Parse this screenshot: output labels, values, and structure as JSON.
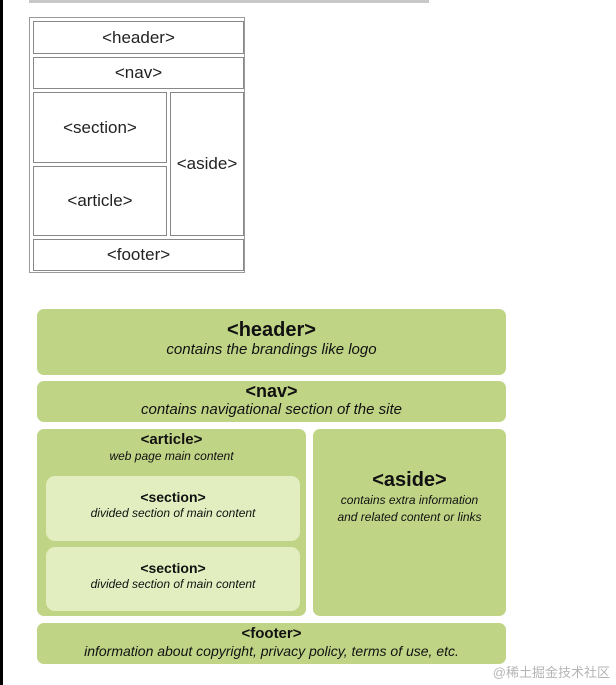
{
  "wireframe": {
    "header": "<header>",
    "nav": "<nav>",
    "section": "<section>",
    "article": "<article>",
    "aside": "<aside>",
    "footer": "<footer>"
  },
  "semantic": {
    "header": {
      "tag": "<header>",
      "desc": "contains the brandings like logo"
    },
    "nav": {
      "tag": "<nav>",
      "desc": "contains navigational section of the site"
    },
    "article": {
      "tag": "<article>",
      "desc": "web page main content"
    },
    "section1": {
      "tag": "<section>",
      "desc": "divided section of main content"
    },
    "section2": {
      "tag": "<section>",
      "desc": "divided section of main content"
    },
    "aside": {
      "tag": "<aside>",
      "desc_line1": "contains extra information",
      "desc_line2": "and related content or links"
    },
    "footer": {
      "tag": "<footer>",
      "desc": "information about copyright, privacy policy, terms of use, etc."
    }
  },
  "colors": {
    "green": "#c0d486",
    "light_green": "#e2eec0"
  },
  "watermark": "@稀土掘金技术社区"
}
